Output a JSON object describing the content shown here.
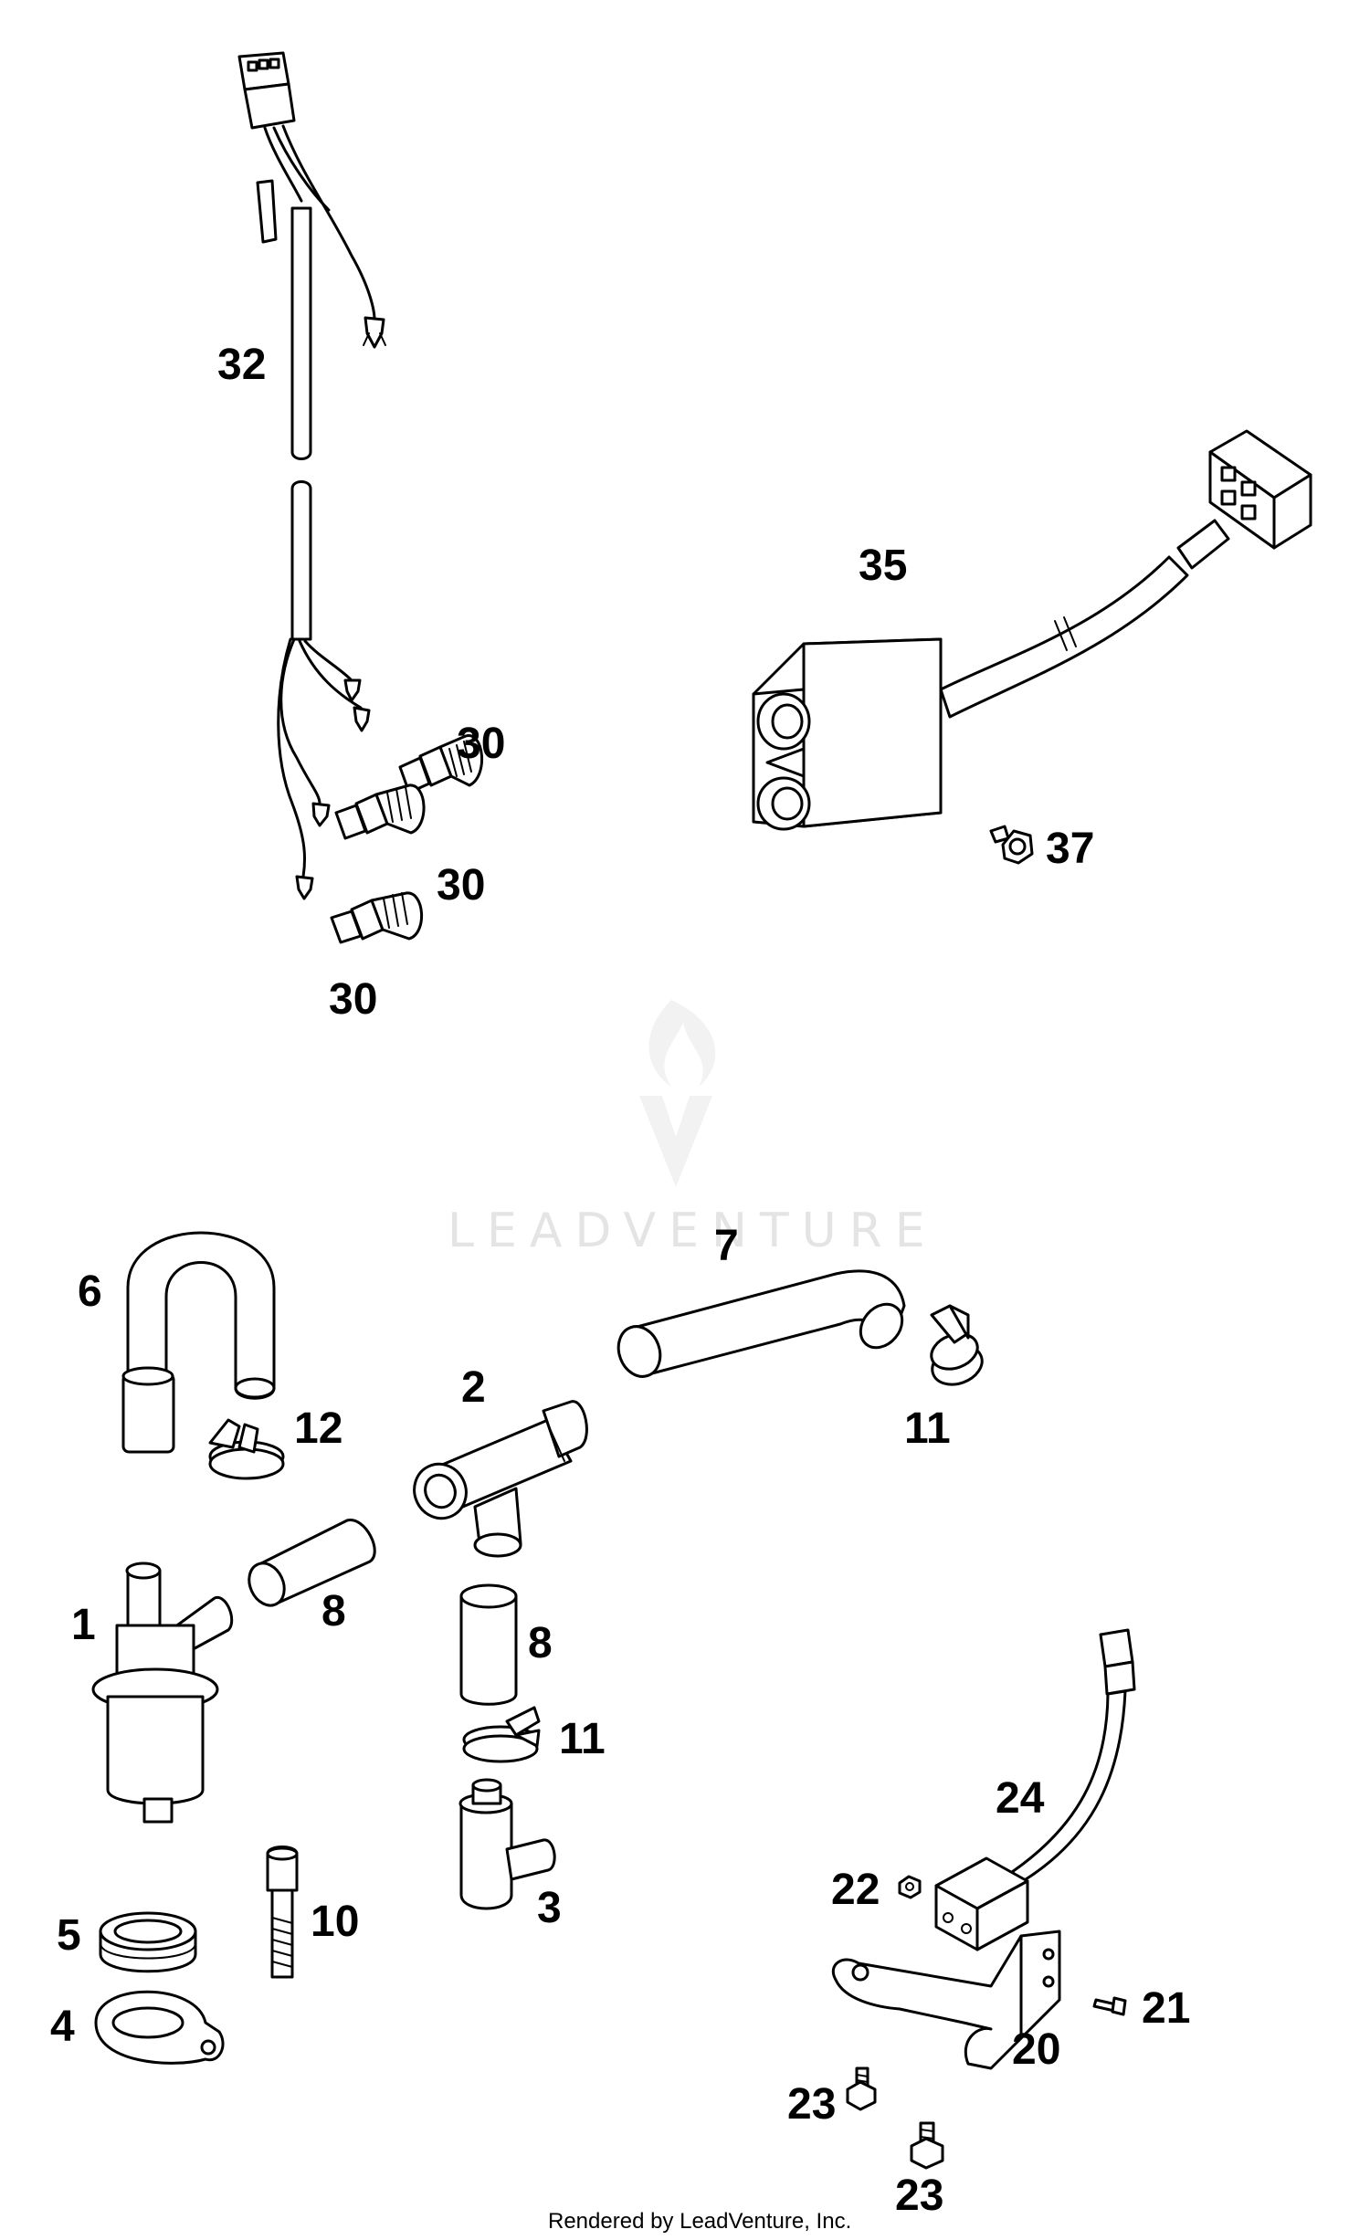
{
  "watermark": {
    "text": "LEADVENTURE"
  },
  "footer": {
    "text": "Rendered by LeadVenture, Inc."
  },
  "labels": {
    "p32": "32",
    "p35": "35",
    "p30a": "30",
    "p30b": "30",
    "p30c": "30",
    "p37": "37",
    "p6": "6",
    "p7": "7",
    "p2": "2",
    "p12": "12",
    "p11a": "11",
    "p1": "1",
    "p8a": "8",
    "p8b": "8",
    "p11b": "11",
    "p3": "3",
    "p5": "5",
    "p10": "10",
    "p4": "4",
    "p24": "24",
    "p22": "22",
    "p21": "21",
    "p20": "20",
    "p23a": "23",
    "p23b": "23"
  }
}
